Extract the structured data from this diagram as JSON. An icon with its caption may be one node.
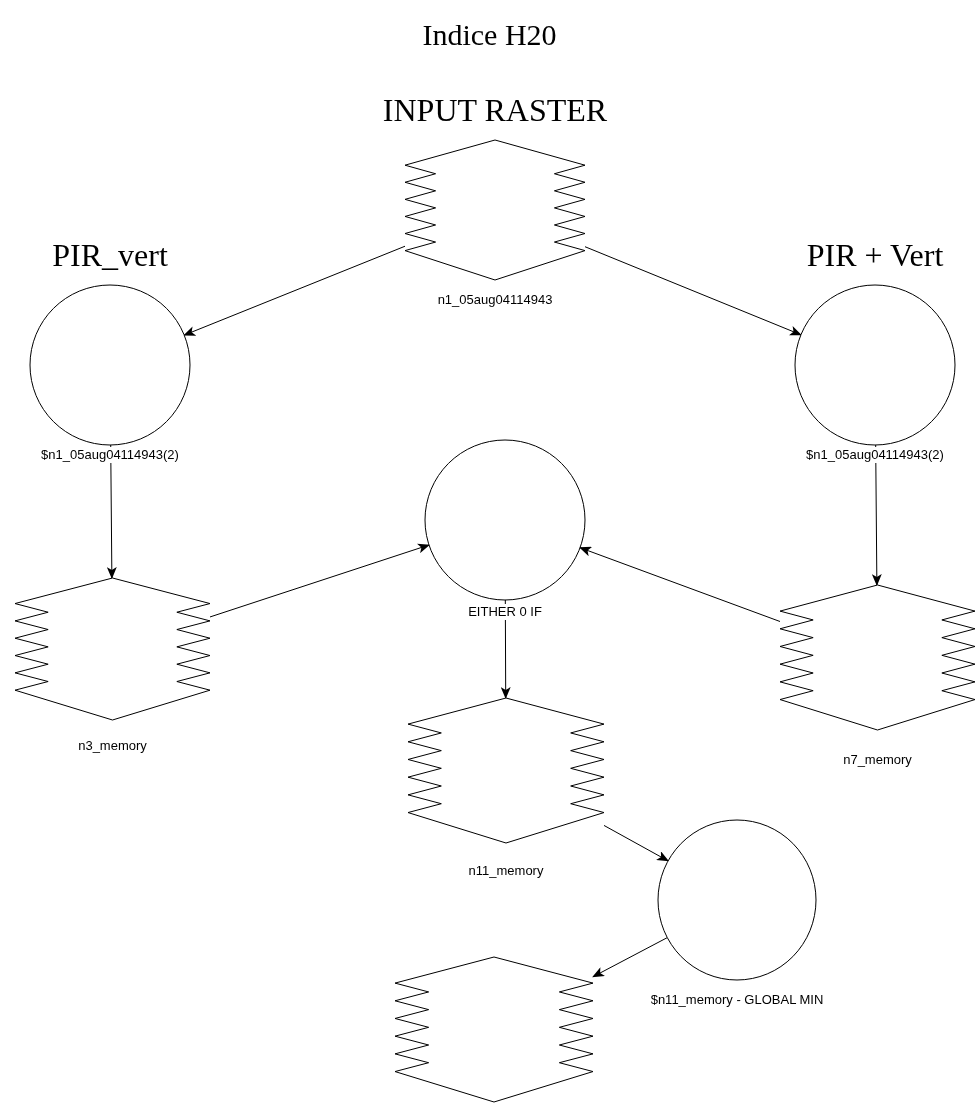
{
  "diagram": {
    "title": "Indice H20",
    "nodes": [
      {
        "text": [
          "INPUT RASTER"
        ],
        "beside": [
          "n1_05aug04114943"
        ]
      },
      {
        "text": [
          "PIR_vert"
        ],
        "beside": [
          "$n1_05aug04114943(2)"
        ]
      },
      {
        "text": [
          "PIR + Vert"
        ],
        "beside": [
          "$n1_05aug04114943(2)"
        ]
      },
      {
        "text": [],
        "shape": "circle",
        "beside": [
          "EITHER 0 IF"
        ]
      },
      {
        "text": [],
        "shape": "hexagon",
        "beside": [
          "n3_memory"
        ]
      },
      {
        "text": [],
        "shape": "hexagon",
        "beside": [
          "n7_memory"
        ]
      },
      {
        "text": [],
        "shape": "hexagon",
        "beside": [
          "n11_memory"
        ]
      },
      {
        "text": [],
        "shape": "circle",
        "beside": [
          "$n11_memory - GLOBAL MIN"
        ]
      },
      {
        "text": [],
        "shape": "hexagon"
      }
    ],
    "edges": [
      {
        "from": 0,
        "to": 1,
        "arrow": "to"
      },
      {
        "from": 0,
        "to": 2,
        "arrow": "to"
      },
      {
        "from": 1,
        "to": 4,
        "arrow": "to"
      },
      {
        "from": 2,
        "to": 5,
        "arrow": "to"
      },
      {
        "from": 4,
        "to": 3,
        "arrow": "to"
      },
      {
        "from": 5,
        "to": 3,
        "arrow": "to"
      },
      {
        "from": 3,
        "to": 6,
        "arrow": "to"
      },
      {
        "from": 6,
        "to": 7,
        "arrow": "to"
      },
      {
        "from": 7,
        "to": 8,
        "arrow": "to"
      }
    ]
  }
}
